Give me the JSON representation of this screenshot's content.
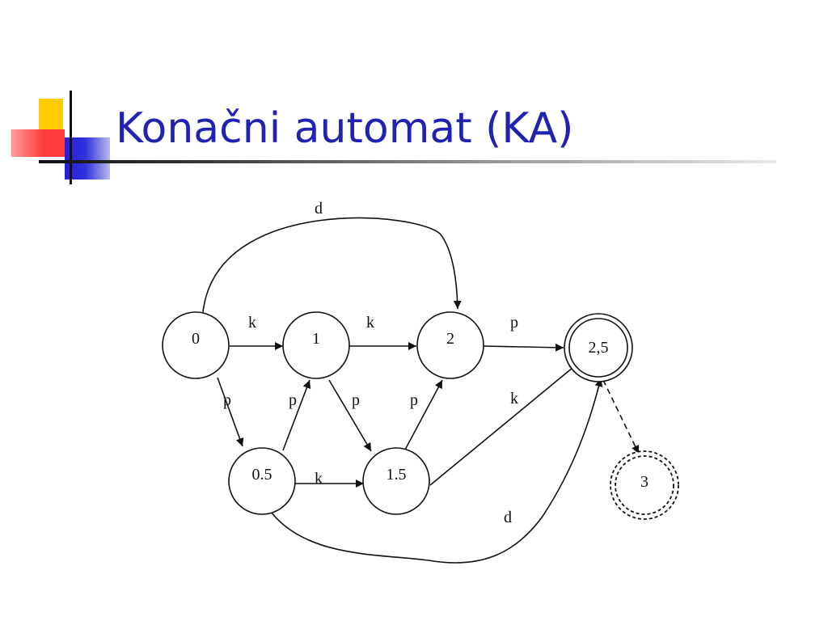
{
  "title": "Konačni automat (KA)",
  "states": {
    "s0": "0",
    "s1": "1",
    "s2": "2",
    "s05": "0.5",
    "s15": "1.5",
    "s25": "2,5",
    "s3": "3"
  },
  "edge_labels": {
    "d_top": "d",
    "k_0_1": "k",
    "k_1_2": "k",
    "p_2_25": "p",
    "p_0_05": "p",
    "p_05_1": "p",
    "p_1_15": "p",
    "p_15_2": "p",
    "k_05_15": "k",
    "k_15_25": "k",
    "d_bottom": "d"
  }
}
